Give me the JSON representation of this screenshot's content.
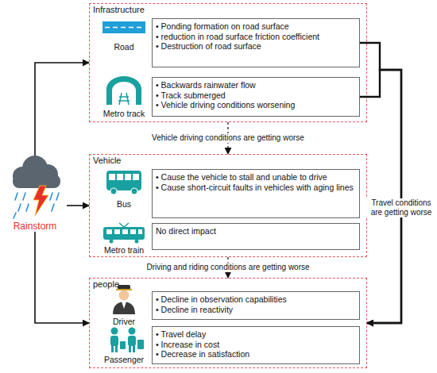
{
  "diagram": {
    "nodes": [
      {
        "text": [
          "Rainstorm"
        ]
      },
      {
        "text": [
          "Infrastructure"
        ]
      },
      {
        "text": [
          "Road"
        ],
        "in": 1
      },
      {
        "text": [
          "• Ponding formation on road surface",
          "• reduction in road surface friction coefficient",
          "• Destruction of road surface"
        ],
        "in": 1
      },
      {
        "text": [
          "Metro track"
        ],
        "in": 1
      },
      {
        "text": [
          "• Backwards rainwater flow",
          "• Track submerged",
          "• Vehicle driving conditions worsening"
        ],
        "in": 1
      },
      {
        "text": [
          "Vehicle"
        ]
      },
      {
        "text": [
          "Bus"
        ],
        "in": 6
      },
      {
        "text": [
          "• Cause the vehicle to stall and unable to drive",
          "• Cause short-circuit faults in vehicles with aging lines"
        ],
        "in": 6
      },
      {
        "text": [
          "Metro train"
        ],
        "in": 6
      },
      {
        "text": [
          "No direct impact"
        ],
        "in": 6
      },
      {
        "text": [
          "people"
        ]
      },
      {
        "text": [
          "Driver"
        ],
        "in": 11
      },
      {
        "text": [
          "• Decline in observation capabilities",
          "• Decline in reactivity"
        ],
        "in": 11
      },
      {
        "text": [
          "Passenger"
        ],
        "in": 11
      },
      {
        "text": [
          "• Travel delay",
          "• Increase in cost",
          "• Decrease in satisfaction"
        ],
        "in": 11
      }
    ],
    "edges": [
      {
        "from": 0,
        "to": 1,
        "arrow": "to"
      },
      {
        "from": 0,
        "to": 6,
        "arrow": "to"
      },
      {
        "from": 0,
        "to": 11,
        "arrow": "to"
      },
      {
        "from": 1,
        "to": 6,
        "label": "Vehicle driving conditions are getting worse",
        "arrow": "to"
      },
      {
        "from": 6,
        "to": 11,
        "label": "Driving and riding conditions are getting worse",
        "arrow": "to"
      },
      {
        "from": 3,
        "to": 11,
        "label": "Travel conditions are getting worse",
        "arrow": "to"
      },
      {
        "from": 5,
        "to": 11,
        "arrow": "to"
      }
    ]
  }
}
